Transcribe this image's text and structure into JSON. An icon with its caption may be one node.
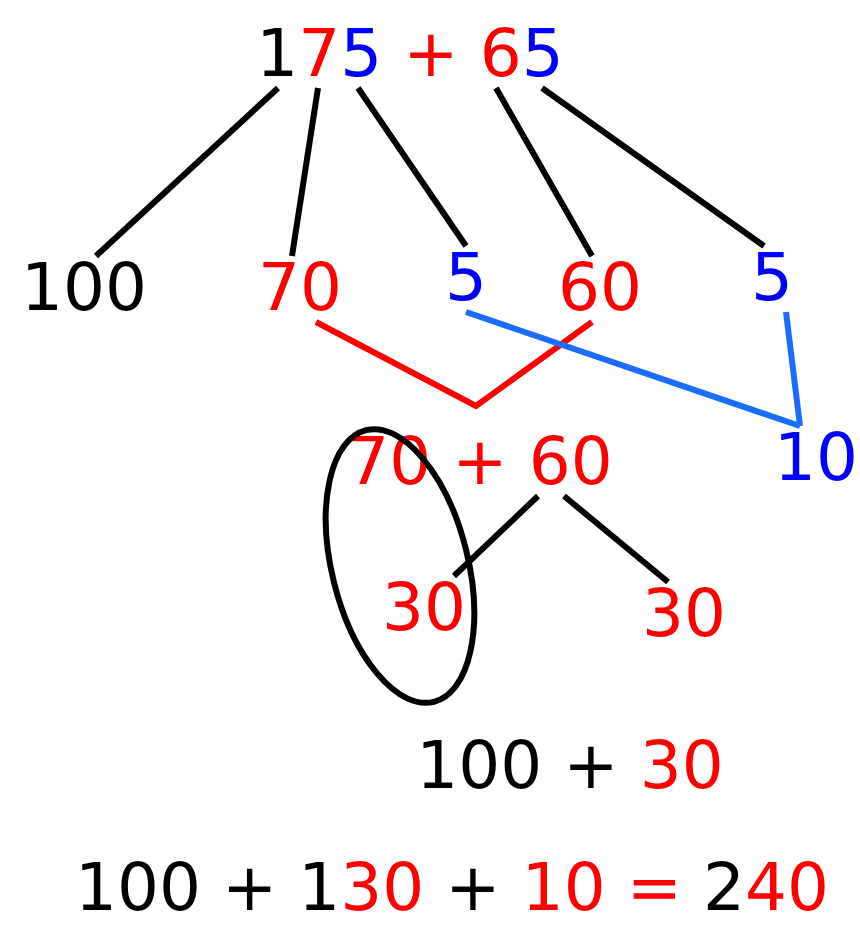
{
  "diagram": {
    "nodes": [
      {
        "text": [
          "175 + 65"
        ]
      },
      {
        "text": [
          "100"
        ]
      },
      {
        "text": [
          "70"
        ]
      },
      {
        "text": [
          "5"
        ]
      },
      {
        "text": [
          "60"
        ]
      },
      {
        "text": [
          "5"
        ]
      },
      {
        "text": [
          "10"
        ]
      },
      {
        "text": [
          "70 + 60"
        ]
      },
      {
        "text": [],
        "shape": "ellipse"
      },
      {
        "text": [
          "30"
        ],
        "in": 8
      },
      {
        "text": [
          "30"
        ]
      }
    ],
    "edges": [
      {
        "from": 0,
        "to": 1,
        "arrow": "none"
      },
      {
        "from": 0,
        "to": 2,
        "arrow": "none"
      },
      {
        "from": 0,
        "to": 3,
        "arrow": "none"
      },
      {
        "from": 0,
        "to": 4,
        "arrow": "none"
      },
      {
        "from": 0,
        "to": 5,
        "arrow": "none"
      },
      {
        "from": 2,
        "to": 4,
        "arrow": "none",
        "color": "#ff0000"
      },
      {
        "from": 3,
        "to": 6,
        "arrow": "none",
        "color": "#1a6dff"
      },
      {
        "from": 5,
        "to": 6,
        "arrow": "none",
        "color": "#1a6dff"
      },
      {
        "from": 7,
        "to": 9,
        "arrow": "none"
      },
      {
        "from": 7,
        "to": 10,
        "arrow": "none"
      }
    ],
    "labels": [
      "100 + 30",
      "100 + 130 + 10 = 240"
    ]
  }
}
